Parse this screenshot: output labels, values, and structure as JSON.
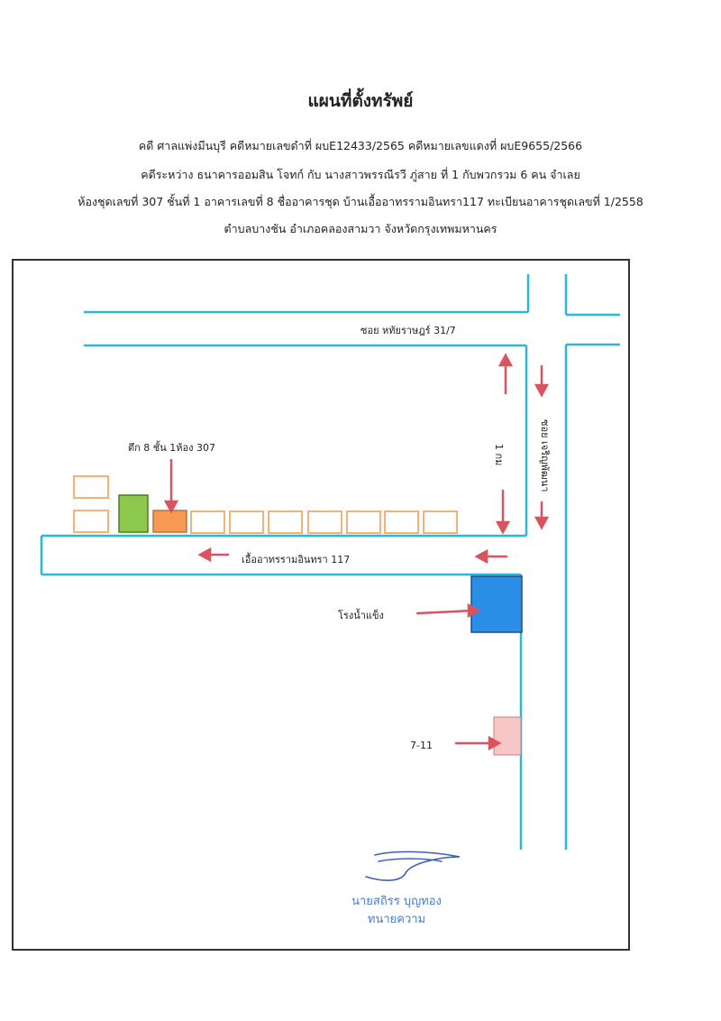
{
  "header": {
    "title": "แผนที่ตั้งทรัพย์",
    "lines": [
      "คดี ศาลแพ่งมีนบุรี  คดีหมายเลขดำที่ ผบE12433/2565  คดีหมายเลขแดงที่ ผบE9655/2566",
      "คดีระหว่าง  ธนาคารออมสิน  โจทก์  กับ  นางสาวพรรณีรวี ภู่สาย  ที่ 1 กับพวกรวม 6 คน  จำเลย",
      "ห้องชุดเลขที่ 307 ชั้นที่ 1 อาคารเลขที่ 8 ชื่ออาคารชุด บ้านเอื้ออาทรรามอินทรา117 ทะเบียนอาคารชุดเลขที่ 1/2558",
      "ตำบลบางชัน  อำเภอคลองสามวา  จังหวัดกรุงเทพมหานคร"
    ]
  },
  "map": {
    "labels": {
      "soi_north": "ซอย หทัยราษฎร์ 31/7",
      "soi_vertical": "ซอย เจริญพัฒนา",
      "distance": "1 กม",
      "building": "ตึก 8 ชั้น 1ห้อง 307",
      "main_road": "เอื้ออาทรรามอินทรา 117",
      "ice_factory": "โรงน้ำแข็ง",
      "store": "7-11"
    },
    "colors": {
      "road": "#2bb7d6",
      "arrow": "#d9545e",
      "building_outline": "#f2b37a",
      "target_unit": "#f59a50",
      "green_unit": "#8cc84b",
      "ice_factory": "#2a8ee6",
      "store": "#f7c6c6",
      "border": "#333333"
    }
  },
  "signature": {
    "name": "นายสถิรร  บุญทอง",
    "role": "ทนายความ"
  }
}
